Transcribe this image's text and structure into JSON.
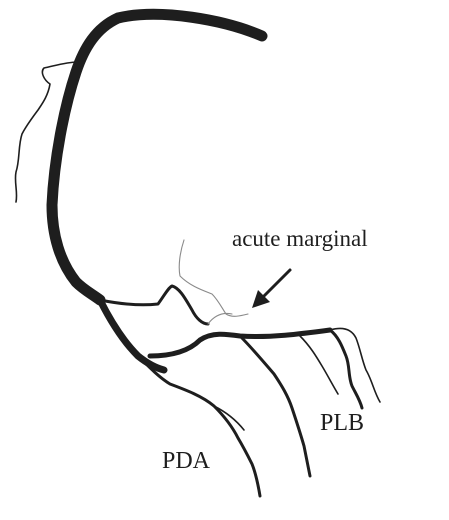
{
  "labels": {
    "acute_marginal": "acute marginal",
    "plb": "PLB",
    "pda": "PDA"
  },
  "colors": {
    "ink": "#1e1e1e",
    "faint_vessel": "#8a8a8a",
    "background": "#ffffff"
  }
}
